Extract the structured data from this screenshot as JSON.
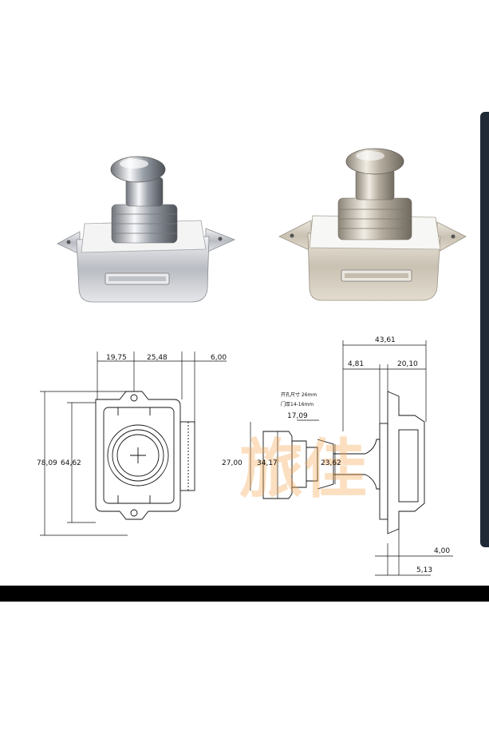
{
  "products": [
    {
      "name": "chrome-push-latch",
      "finish": "chrome",
      "color": "#c9ccd1"
    },
    {
      "name": "nickel-push-latch",
      "finish": "brushed-nickel",
      "color": "#d8d2c6"
    }
  ],
  "drawing": {
    "top_dims": [
      "19,75",
      "25,48",
      "6,00"
    ],
    "left_dims": [
      "78,09",
      "64,62"
    ],
    "center_dims": [
      "27,00",
      "34,17",
      "17,09",
      "23,62"
    ],
    "note_hole": "开孔尺寸 26mm",
    "note_door": "门厚14-16mm",
    "right_dims": [
      "43,61",
      "4,81",
      "20,10",
      "4,00",
      "5,13"
    ]
  },
  "watermark": {
    "text": "旅佳",
    "color": "#f4a24a"
  },
  "colors": {
    "line": "#111111",
    "bar": "#000000",
    "edge": "#1f2a36"
  }
}
